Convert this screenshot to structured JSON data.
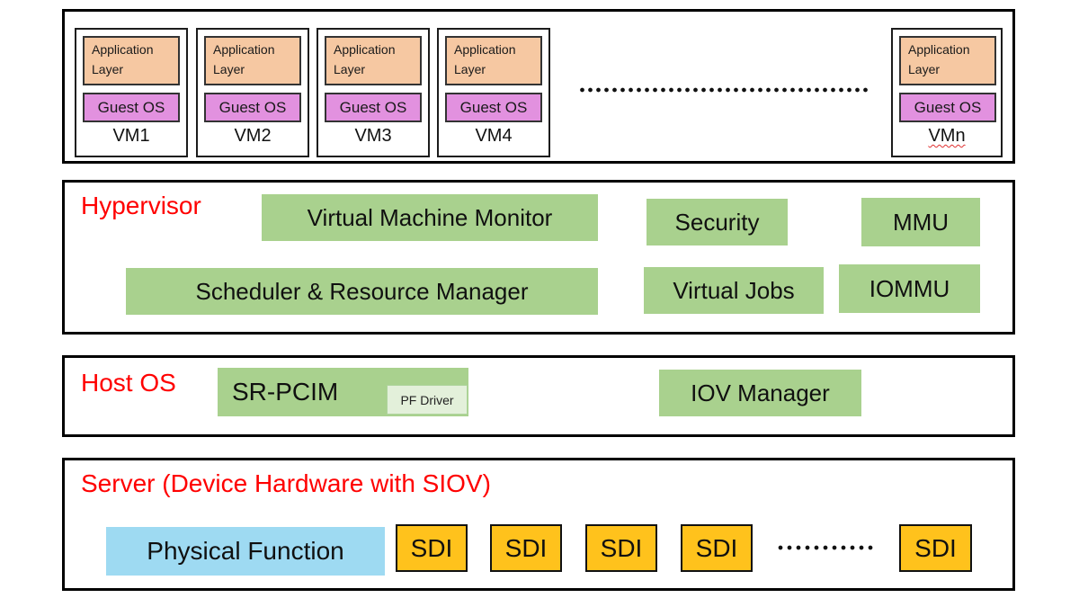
{
  "colors": {
    "app_layer_fill": "#f6c8a2",
    "guest_os_fill": "#e291df",
    "green_fill": "#a9d18e",
    "pf_driver_fill": "#e3f0da",
    "physical_function_fill": "#9edaf2",
    "sdi_fill": "#ffc21c",
    "section_title_red": "#ff0000",
    "border_black": "#000000"
  },
  "vm_row": {
    "vms": [
      {
        "app_layer": "Application Layer",
        "guest_os": "Guest OS",
        "label": "VM1"
      },
      {
        "app_layer": "Application Layer",
        "guest_os": "Guest OS",
        "label": "VM2"
      },
      {
        "app_layer": "Application Layer",
        "guest_os": "Guest OS",
        "label": "VM3"
      },
      {
        "app_layer": "Application Layer",
        "guest_os": "Guest OS",
        "label": "VM4"
      },
      {
        "app_layer": "Application Layer",
        "guest_os": "Guest OS",
        "label": "VMn"
      }
    ]
  },
  "hypervisor": {
    "title": "Hypervisor",
    "vmm": "Virtual Machine Monitor",
    "security": "Security",
    "mmu": "MMU",
    "scheduler": "Scheduler & Resource Manager",
    "virtual_jobs": "Virtual Jobs",
    "iommu": "IOMMU"
  },
  "host_os": {
    "title": "Host OS",
    "sr_pcim": "SR-PCIM",
    "pf_driver": "PF Driver",
    "iov_manager": "IOV Manager"
  },
  "server": {
    "title": "Server (Device Hardware with SIOV)",
    "physical_function": "Physical Function",
    "sdis": [
      "SDI",
      "SDI",
      "SDI",
      "SDI",
      "SDI"
    ]
  }
}
